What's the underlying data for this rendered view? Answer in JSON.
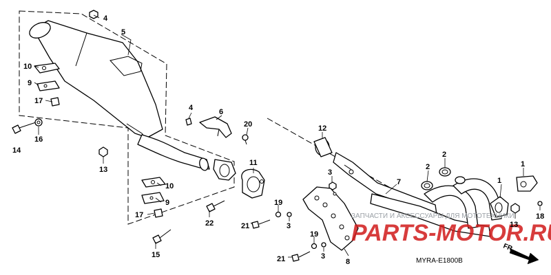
{
  "diagram": {
    "code": "MYRA-E1800B",
    "front_label": "FR.",
    "callouts": {
      "c1a": "1",
      "c1b": "1",
      "c2a": "2",
      "c2b": "2",
      "c3a": "3",
      "c3b": "3",
      "c3c": "3",
      "c4a": "4",
      "c4b": "4",
      "c5": "5",
      "c6": "6",
      "c7": "7",
      "c8": "8",
      "c9a": "9",
      "c9b": "9",
      "c10a": "10",
      "c10b": "10",
      "c11": "11",
      "c12": "12",
      "c13": "13",
      "c14": "14",
      "c15": "15",
      "c16": "16",
      "c17a": "17",
      "c17b": "17",
      "c18": "18",
      "c19a": "19",
      "c19b": "19",
      "c20": "20",
      "c21a": "21",
      "c21b": "21",
      "c22": "22"
    }
  },
  "watermark": {
    "tagline": "ЗАПЧАСТИ И АКСЕССУАРЫ ДЛЯ МОТОТЕХНИКИ",
    "brand": "PARTS-MOTOR.RU"
  }
}
